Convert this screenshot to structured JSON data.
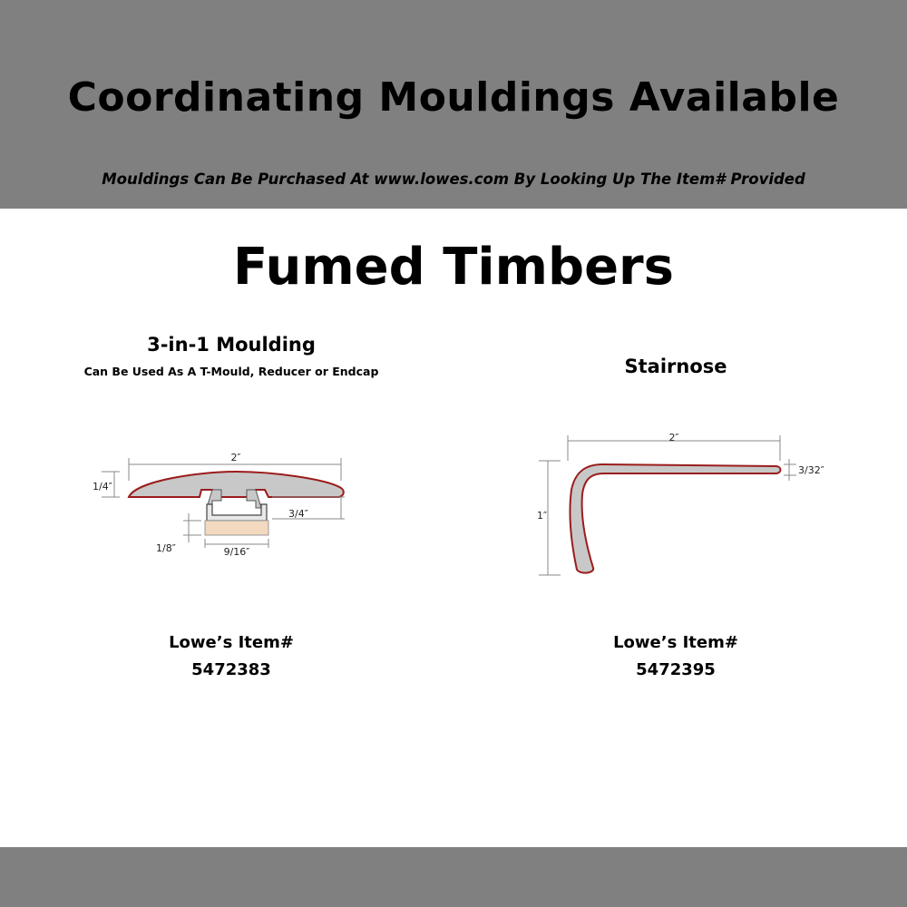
{
  "header": {
    "title": "Coordinating Mouldings Available",
    "subtitle": "Mouldings Can Be Purchased At www.lowes.com By Looking Up The Item# Provided"
  },
  "product": {
    "title": "Fumed Timbers"
  },
  "left": {
    "title": "3-in-1 Moulding",
    "subtitle": "Can Be Used As A T-Mould, Reducer or Endcap",
    "dims": {
      "width": "2″",
      "height": "1/4″",
      "depth": "3/4″",
      "base_height": "1/8″",
      "base_width": "9/16″"
    },
    "item_label": "Lowe’s Item#",
    "item_number": "5472383"
  },
  "right": {
    "title": "Stairnose",
    "dims": {
      "width": "2″",
      "thickness": "3/32″",
      "height": "1″"
    },
    "item_label": "Lowe’s Item#",
    "item_number": "5472395"
  },
  "colors": {
    "band": "#808080",
    "profile_fill": "#c8c8c8",
    "profile_edge": "#9b1c1c",
    "base_fill": "#f2d9c0"
  }
}
